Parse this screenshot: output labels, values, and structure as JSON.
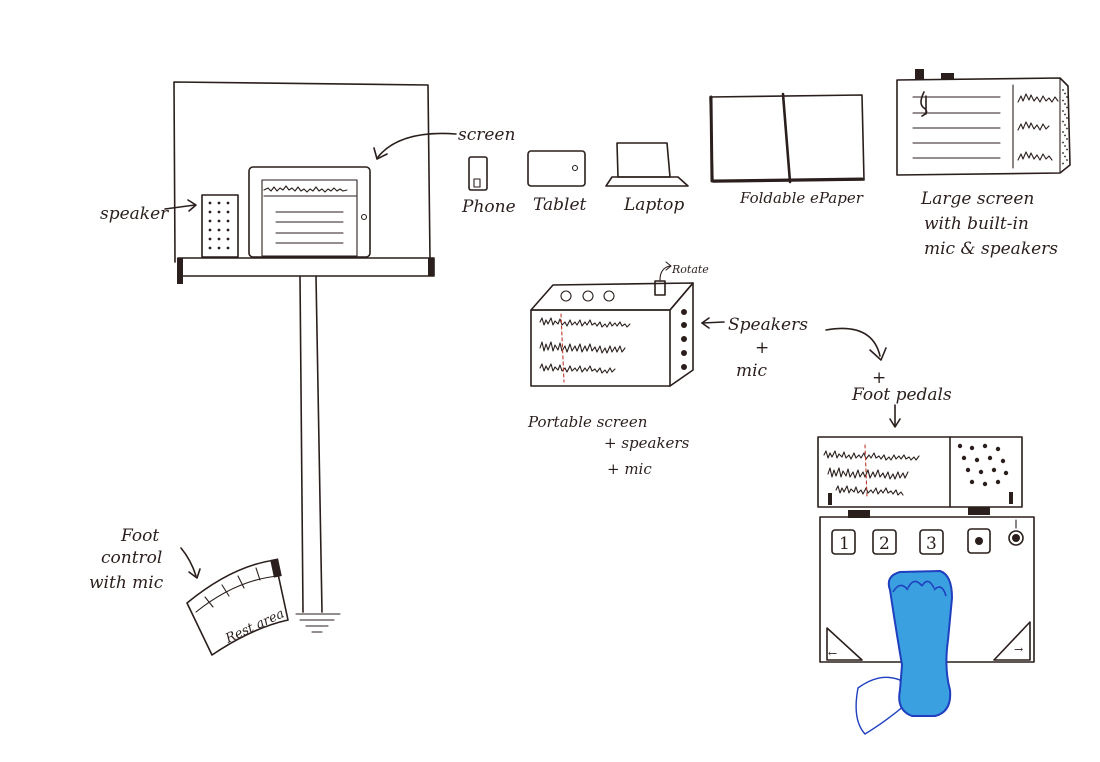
{
  "stand_setup": {
    "speaker_label": "speaker",
    "screen_label": "screen"
  },
  "devices": {
    "phone": "Phone",
    "tablet": "Tablet",
    "laptop": "Laptop",
    "foldable": "Foldable ePaper",
    "large_screen": [
      "Large screen",
      "with built-in",
      "mic & speakers"
    ]
  },
  "portable": {
    "rotate_label": "Rotate",
    "speakers_mic": [
      "Speakers",
      "+",
      "mic"
    ],
    "caption": [
      "Portable screen",
      "+ speakers",
      "+ mic"
    ]
  },
  "foot_pedals": {
    "plus": "+",
    "title": "Foot pedals",
    "buttons": [
      "1",
      "2",
      "3"
    ],
    "left_arrow": "←",
    "right_arrow": "→"
  },
  "foot_control": {
    "label": [
      "Foot",
      "control",
      "with mic"
    ],
    "rest_area": "Rest area"
  },
  "colors": {
    "ink": "#2a1f1c",
    "accent_red": "#c0392b",
    "foot_blue": "#3aa0e0",
    "foot_outline": "#1f3fbf"
  }
}
